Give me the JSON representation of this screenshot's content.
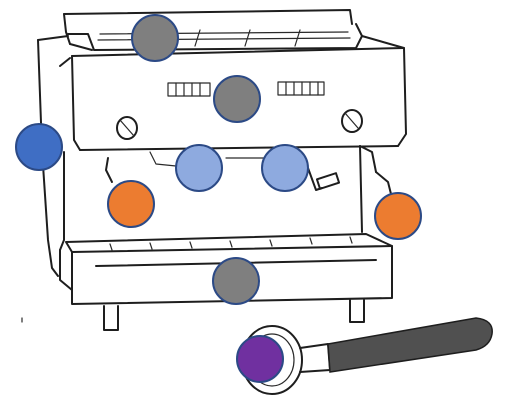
{
  "diagram": {
    "subject": "espresso-machine-sketch",
    "marker_colors": {
      "gray": "#7f7f7f",
      "dark_blue": "#3f6ec4",
      "light_blue": "#8eaadf",
      "orange": "#ec7c30",
      "purple": "#7030a0",
      "outline": "#2c4a86"
    },
    "markers": [
      {
        "name": "top-cup-warmer-marker",
        "color": "gray"
      },
      {
        "name": "display-gauges-marker",
        "color": "gray"
      },
      {
        "name": "machine-side-marker",
        "color": "dark_blue"
      },
      {
        "name": "group-head-left-marker",
        "color": "light_blue"
      },
      {
        "name": "group-head-right-marker",
        "color": "light_blue"
      },
      {
        "name": "steam-wand-left-marker",
        "color": "orange"
      },
      {
        "name": "steam-wand-right-marker",
        "color": "orange"
      },
      {
        "name": "drip-tray-marker",
        "color": "gray"
      },
      {
        "name": "portafilter-marker",
        "color": "purple"
      }
    ]
  }
}
